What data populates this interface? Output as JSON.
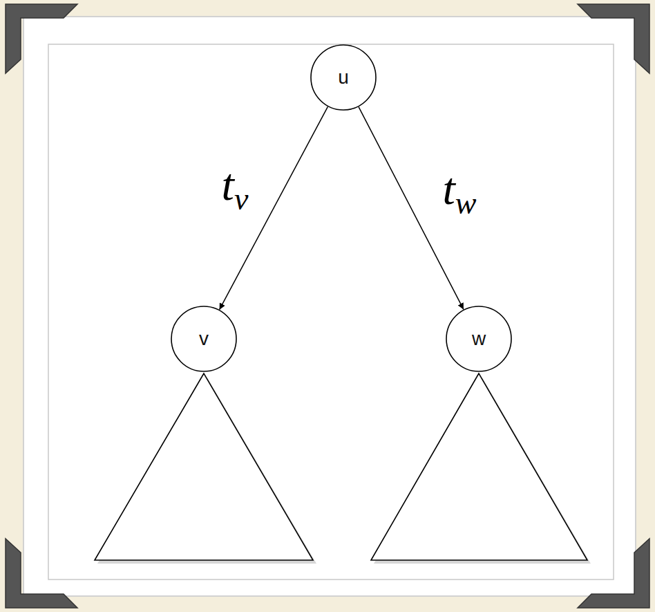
{
  "diagram": {
    "nodes": [
      {
        "text": [
          "u"
        ]
      },
      {
        "text": [
          "v"
        ]
      },
      {
        "text": [
          "w"
        ]
      }
    ],
    "edges": [
      {
        "from": 0,
        "to": 1,
        "arrow": "to",
        "label": "tv"
      },
      {
        "from": 0,
        "to": 2,
        "arrow": "to",
        "label": "tw"
      }
    ]
  }
}
